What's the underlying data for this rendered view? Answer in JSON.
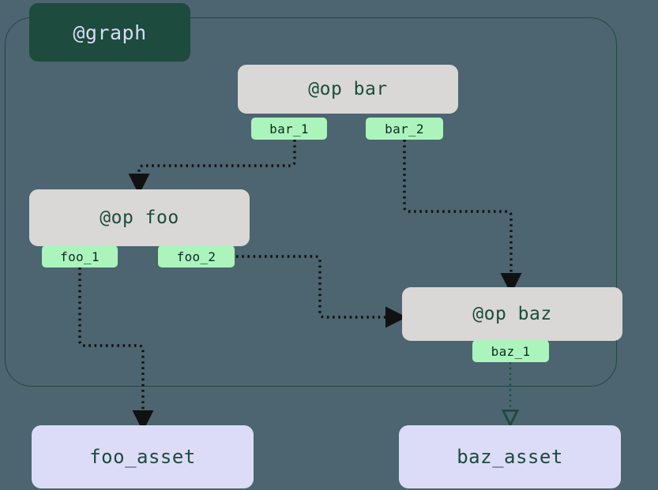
{
  "diagram": {
    "title": "@graph",
    "background_color": "#4c6570",
    "graph_border_color": "#1f4a3f",
    "graph_label_fill": "#1d4b3e",
    "op_fill": "#d9d8d6",
    "chip_fill": "#abf5bd",
    "asset_fill": "#dcdcf8",
    "text_color": "#1d4b3e",
    "edge_color": "#111111",
    "asset_edge_color": "#1d4b3e"
  },
  "ops": [
    {
      "id": "bar",
      "label": "@op bar",
      "outputs": [
        {
          "id": "bar_1",
          "label": "bar_1"
        },
        {
          "id": "bar_2",
          "label": "bar_2"
        }
      ]
    },
    {
      "id": "foo",
      "label": "@op foo",
      "outputs": [
        {
          "id": "foo_1",
          "label": "foo_1"
        },
        {
          "id": "foo_2",
          "label": "foo_2"
        }
      ]
    },
    {
      "id": "baz",
      "label": "@op baz",
      "outputs": [
        {
          "id": "baz_1",
          "label": "baz_1"
        }
      ]
    }
  ],
  "assets": [
    {
      "id": "foo_asset",
      "label": "foo_asset"
    },
    {
      "id": "baz_asset",
      "label": "baz_asset"
    }
  ],
  "edges": [
    {
      "from": "bar_1",
      "to": "foo",
      "style": "dotted",
      "color": "#111111"
    },
    {
      "from": "bar_2",
      "to": "baz",
      "style": "dotted",
      "color": "#111111"
    },
    {
      "from": "foo_2",
      "to": "baz",
      "style": "dotted",
      "color": "#111111"
    },
    {
      "from": "foo_1",
      "to": "foo_asset",
      "style": "dotted",
      "color": "#111111"
    },
    {
      "from": "baz_1",
      "to": "baz_asset",
      "style": "dotted",
      "color": "#1d4b3e"
    }
  ]
}
